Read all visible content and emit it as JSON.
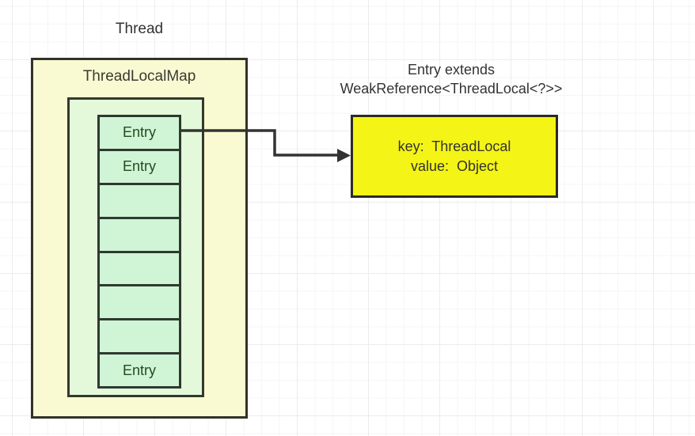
{
  "diagram": {
    "thread_label": "Thread",
    "map": {
      "title": "ThreadLocalMap",
      "cells": [
        "Entry",
        "Entry",
        "",
        "",
        "",
        "",
        "",
        "Entry"
      ]
    },
    "entry_note": {
      "line1": "Entry extends",
      "line2": "WeakReference<ThreadLocal<?>>"
    },
    "entry_detail": {
      "key_line": "key:  ThreadLocal",
      "value_line": "value:  Object"
    },
    "colors": {
      "map_fill": "#fafad2",
      "inner_fill": "#e4f9da",
      "cell_fill": "#cff5d6",
      "detail_fill": "#f4f416",
      "stroke": "#32322a",
      "cell_text_color": "#26491f",
      "text_color": "#333333"
    }
  }
}
